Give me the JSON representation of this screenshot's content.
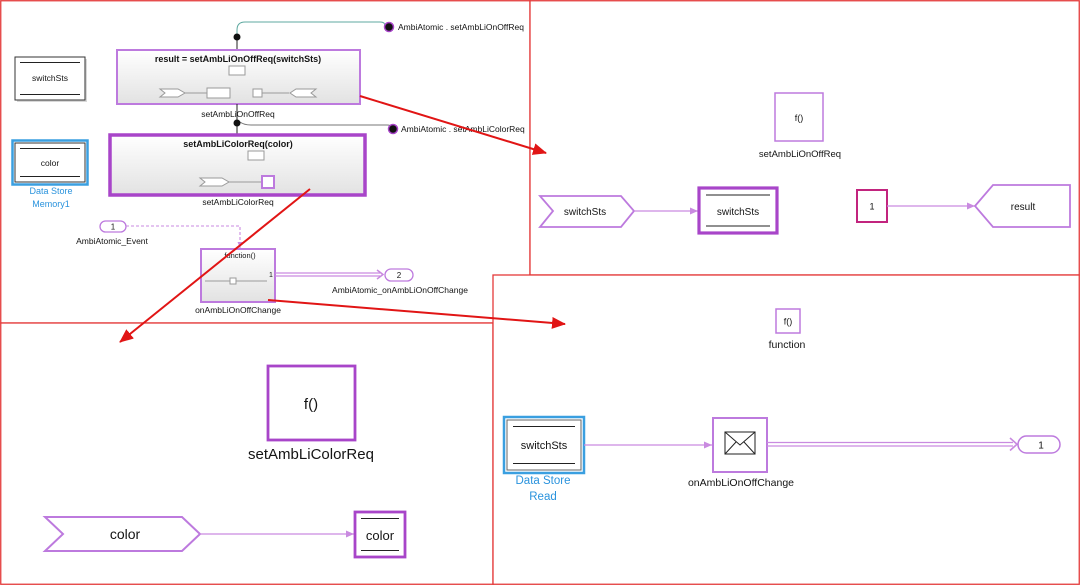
{
  "colors": {
    "frame": "#e43a3a",
    "annotation_arrow": "#e11515",
    "block_border": "#bd7ade",
    "block_border_highlight": "#a845c9",
    "signal_line": "#c98ae0",
    "constant_border": "#c2247e",
    "selection": "#3a9fe0",
    "caption_text": "#2a93dd",
    "connector_line": "#5fa9a0"
  },
  "model_view": {
    "switchsts_store": {
      "label": "switchSts"
    },
    "color_store": {
      "label": "color",
      "caption": [
        "Data Store",
        "Memory1"
      ]
    },
    "onoff_subsystem": {
      "prototype": "result = setAmbLiOnOffReq(switchSts)",
      "name": "setAmbLiOnOffReq"
    },
    "onoff_server_port": {
      "label": "AmbiAtomic . setAmbLiOnOffReq"
    },
    "color_subsystem": {
      "prototype": "setAmbLiColorReq(color)",
      "name": "setAmbLiColorReq"
    },
    "color_server_port": {
      "label": "AmbiAtomic . setAmbLiColorReq"
    },
    "event_inport": {
      "number": "1",
      "name": "AmbiAtomic_Event"
    },
    "event_subsystem": {
      "trigger_label": "function()",
      "port_number": "1",
      "name": "onAmbLiOnOffChange"
    },
    "event_outport": {
      "number": "2",
      "name": "AmbiAtomic_onAmbLiOnOffChange"
    }
  },
  "onoff_view": {
    "trigger": {
      "label": "f()",
      "name": "setAmbLiOnOffReq"
    },
    "arg_in": {
      "label": "switchSts"
    },
    "store_read": {
      "label": "switchSts"
    },
    "constant": {
      "value": "1"
    },
    "arg_out": {
      "label": "result"
    }
  },
  "color_view": {
    "trigger": {
      "label": "f()",
      "name": "setAmbLiColorReq"
    },
    "arg_in": {
      "label": "color"
    },
    "store_read": {
      "label": "color"
    }
  },
  "event_view": {
    "trigger": {
      "label": "f()",
      "name": "function"
    },
    "store_read": {
      "label": "switchSts",
      "caption": [
        "Data Store",
        "Read"
      ]
    },
    "send": {
      "icon": "envelope-icon",
      "name": "onAmbLiOnOffChange"
    },
    "outport": {
      "number": "1"
    }
  }
}
